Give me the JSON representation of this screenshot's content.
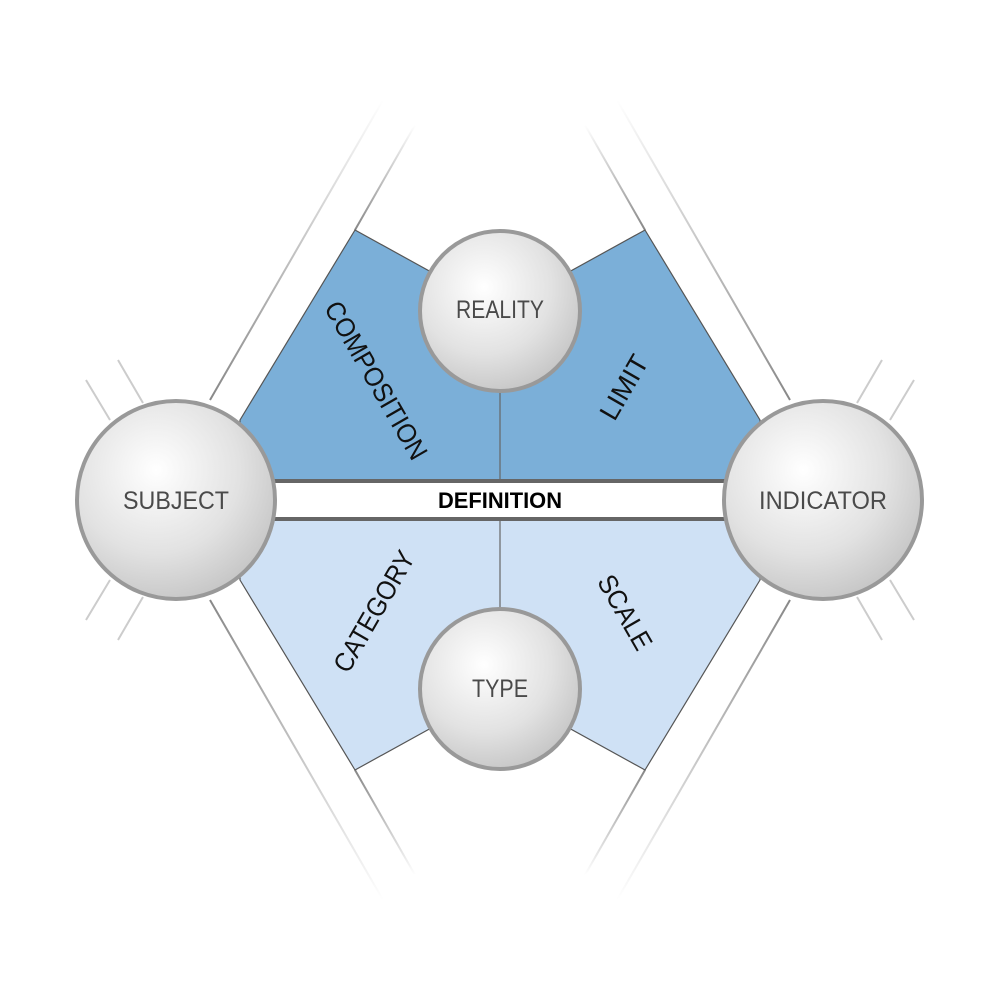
{
  "diagram": {
    "center_label": "DEFINITION",
    "nodes": {
      "left": "SUBJECT",
      "right": "INDICATOR",
      "top": "REALITY",
      "bottom": "TYPE"
    },
    "segments": {
      "top_left": "COMPOSITION",
      "top_right": "LIMIT",
      "bottom_left": "CATEGORY",
      "bottom_right": "SCALE"
    },
    "colors": {
      "upper_fill": "#7BAFD8",
      "lower_fill": "#CFE1F5",
      "node_stroke": "#999999",
      "bar_stroke": "#666666"
    }
  }
}
